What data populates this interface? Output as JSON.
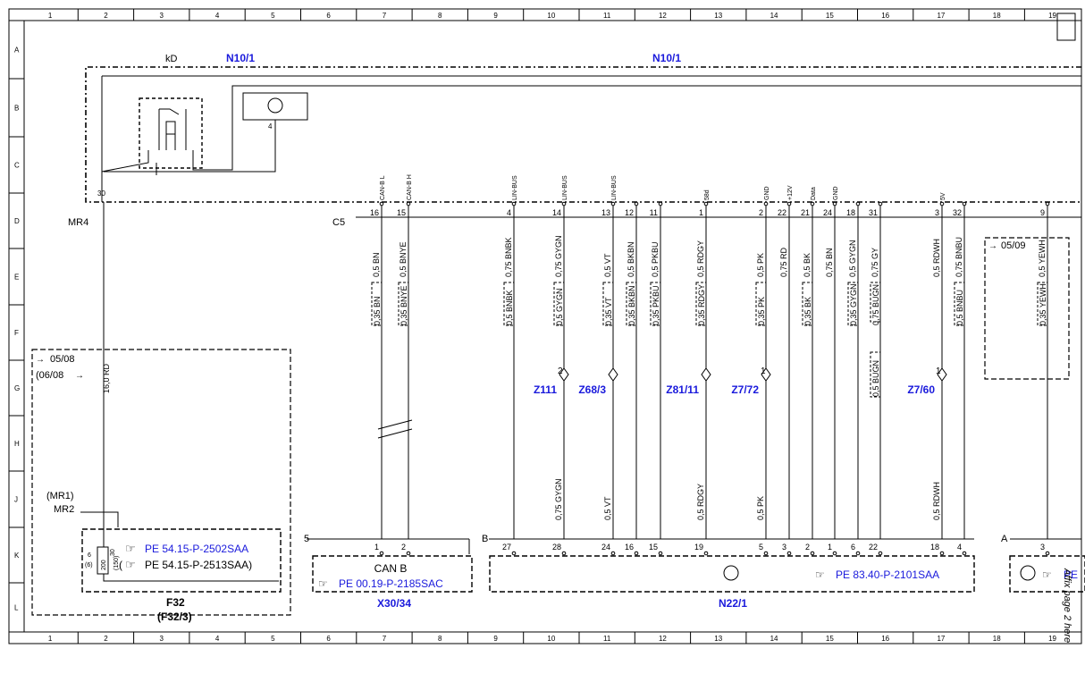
{
  "frame": {
    "col_numbers": [
      "1",
      "2",
      "3",
      "4",
      "5",
      "6",
      "7",
      "8",
      "9",
      "10",
      "11",
      "12",
      "13",
      "14",
      "15",
      "16",
      "17",
      "18",
      "19"
    ],
    "row_letters": [
      "A",
      "B",
      "C",
      "D",
      "E",
      "F",
      "G",
      "H",
      "J",
      "K",
      "L"
    ]
  },
  "labels": {
    "kd": "kD",
    "n10_1_left": "N10/1",
    "n10_1_right": "N10/1",
    "pin_30": "30",
    "pin_4": "4",
    "mr4": "MR4",
    "c5": "C5",
    "arrow_0508": "05/08",
    "paren_0608": "(06/08",
    "arrow_0509": "05/09",
    "mr1": "(MR1)",
    "mr2": "MR2",
    "wire_16rd": "16,0 RD",
    "f32": "F32",
    "f32_3": "(F32/3)",
    "fuse_6": "6",
    "fuse_6p": "(6)",
    "fuse_30": "30",
    "fuse_150": "(150)",
    "fuse_val": "200",
    "ref_f32_a": "PE 54.15-P-2502SAA",
    "ref_f32_b": "(",
    "ref_f32_b2": "PE 54.15-P-2513SAA)",
    "conn5": "5",
    "connB": "B",
    "connA": "A",
    "canb": "CAN B",
    "ref_canb": "PE 00.19-P-2185SAC",
    "x30_34": "X30/34",
    "ref_n22": "PE 83.40-P-2101SAA",
    "n22_1": "N22/1",
    "ref_a_partial": "PE",
    "affix": "Affix page 2 here",
    "arrow_glyph": "→",
    "ref_glyph": "☞"
  },
  "connector_pins": [
    {
      "sig": "CAN-B L",
      "pin": "16",
      "wire_top": "0,5 BN",
      "wire_mid": "0,35 BN",
      "wire_bot": "",
      "zone": "",
      "bottom_pin": "1"
    },
    {
      "sig": "CAN-B H",
      "pin": "15",
      "wire_top": "0,5 BNYE",
      "wire_mid": "0,35 BNYE",
      "wire_bot": "",
      "zone": "",
      "bottom_pin": "2"
    },
    {
      "sig": "LIN-BUS",
      "pin": "4",
      "wire_top": "0,75 BNBK",
      "wire_mid": "0,5 BNBK",
      "wire_bot": "",
      "zone": "",
      "bottom_pin": "27"
    },
    {
      "sig": "LIN-BUS",
      "pin": "14",
      "wire_top": "0,75 GYGN",
      "wire_mid": "0,5 GYGN",
      "wire_bot": "0,75 GYGN",
      "zone": "Z111",
      "bottom_pin": "28"
    },
    {
      "sig": "LIN-BUS",
      "pin": "13",
      "wire_top": "0,5 VT",
      "wire_mid": "0,35 VT",
      "wire_bot": "0,5 VT",
      "zone": "Z68/3",
      "bottom_pin": "24"
    },
    {
      "sig": "",
      "pin": "12",
      "wire_top": "0,5 BKBN",
      "wire_mid": "0,35 BKBN",
      "wire_bot": "",
      "zone": "",
      "bottom_pin": "16"
    },
    {
      "sig": "",
      "pin": "11",
      "wire_top": "0,5 PKBU",
      "wire_mid": "0,35 PKBU",
      "wire_bot": "",
      "zone": "",
      "bottom_pin": "15"
    },
    {
      "sig": "58d",
      "pin": "1",
      "wire_top": "0,5 RDGY",
      "wire_mid": "0,35 RDGY",
      "wire_bot": "0,5 RDGY",
      "zone": "Z81/11",
      "bottom_pin": "19"
    },
    {
      "sig": "GND",
      "pin": "2",
      "wire_top": "0,5 PK",
      "wire_mid": "0,35 PK",
      "wire_bot": "0,5 PK",
      "zone": "Z7/72",
      "bottom_pin": "5"
    },
    {
      "sig": "+12V",
      "pin": "22",
      "wire_top": "0,75 RD",
      "wire_mid": "",
      "wire_bot": "",
      "zone": "",
      "bottom_pin": "3"
    },
    {
      "sig": "Data",
      "pin": "21",
      "wire_top": "0,5 BK",
      "wire_mid": "0,35 BK",
      "wire_bot": "",
      "zone": "",
      "bottom_pin": "2"
    },
    {
      "sig": "GND",
      "pin": "24",
      "wire_top": "0,75 BN",
      "wire_mid": "",
      "wire_bot": "",
      "zone": "",
      "bottom_pin": "1"
    },
    {
      "sig": "",
      "pin": "18",
      "wire_top": "0,5 GYGN",
      "wire_mid": "0,35 GYGN",
      "wire_bot": "",
      "zone": "",
      "bottom_pin": "6"
    },
    {
      "sig": "",
      "pin": "31",
      "wire_top": "0,75 GY",
      "wire_mid": "0,75 BUGN",
      "wire_mid2": "0,5 BUGN",
      "wire_bot": "",
      "zone": "",
      "bottom_pin": "22"
    },
    {
      "sig": "5V",
      "pin": "3",
      "wire_top": "0,5 RDWH",
      "wire_mid": "",
      "wire_bot": "0,5 RDWH",
      "zone": "Z7/60",
      "bottom_pin": "18"
    },
    {
      "sig": "",
      "pin": "32",
      "wire_top": "0,75 BNBU",
      "wire_mid": "0,5 BNBU",
      "wire_bot": "",
      "zone": "",
      "bottom_pin": "4"
    },
    {
      "sig": "",
      "pin": "9",
      "wire_top": "0,5 YEWH",
      "wire_mid": "0,35 YEWH",
      "wire_bot": "",
      "zone": "",
      "bottom_pin": "3"
    }
  ],
  "zone_numbers": {
    "z111": "2",
    "z7_72": "1",
    "z7_60": "1"
  },
  "colors": {
    "line": "#000000",
    "blue_label": "#1a1adc"
  }
}
